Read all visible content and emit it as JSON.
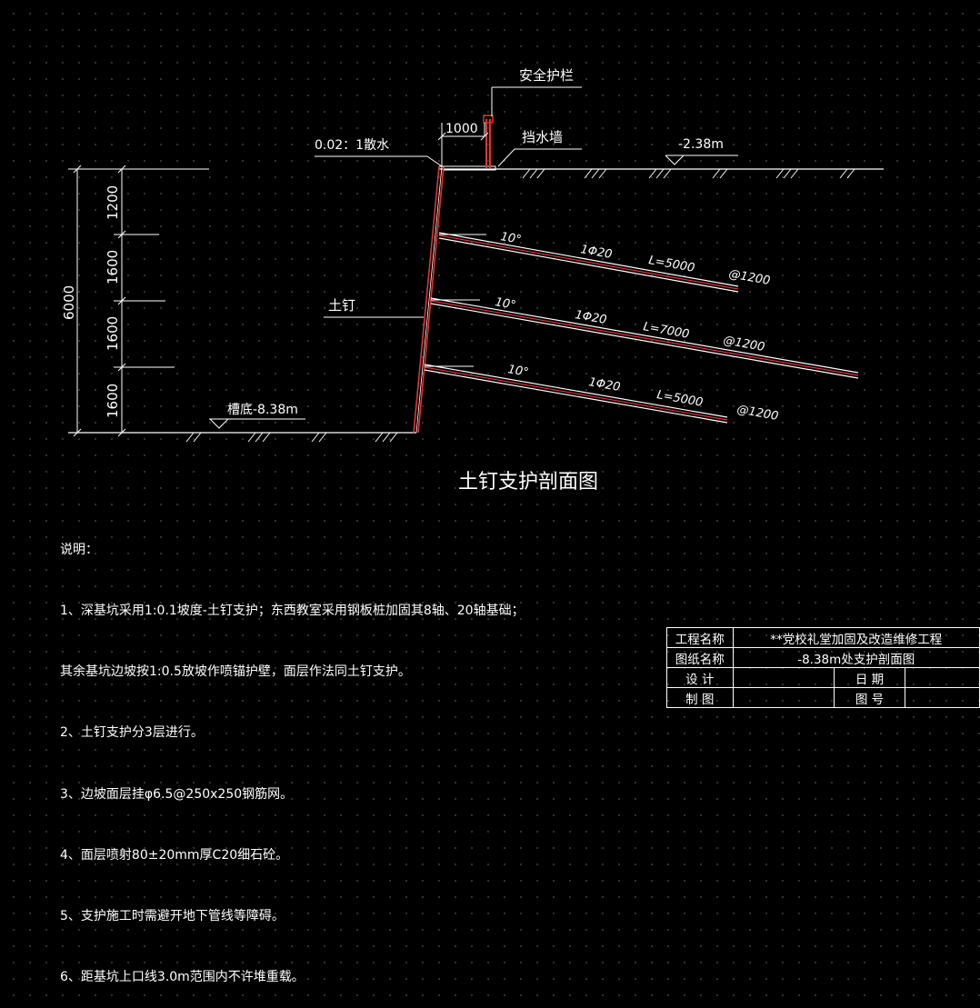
{
  "drawing": {
    "title": "土钉支护剖面图",
    "labels": {
      "railing": "安全护栏",
      "dim_top": "1000",
      "water_wall": "挡水墙",
      "drain": "0.02：1散水",
      "top_elev": "-2.38m",
      "soil_nail": "土钉",
      "bottom_elev": "槽底-8.38m"
    },
    "vertical_dims": {
      "total": "6000",
      "segments": [
        "1200",
        "1600",
        "1600",
        "1600"
      ]
    },
    "nails": [
      {
        "angle": "10°",
        "bar": "1Φ20",
        "length": "L=5000",
        "spacing": "@1200"
      },
      {
        "angle": "10°",
        "bar": "1Φ20",
        "length": "L=7000",
        "spacing": "@1200"
      },
      {
        "angle": "10°",
        "bar": "1Φ20",
        "length": "L=5000",
        "spacing": "@1200"
      }
    ]
  },
  "notes": {
    "heading": "说明：",
    "lines": [
      "1、深基坑采用1:0.1坡度-土钉支护；东西教室采用钢板桩加固其8轴、20轴基础；",
      "其余基坑边坡按1:0.5放坡作喷锚护壁，面层作法同土钉支护。",
      "2、土钉支护分3层进行。",
      "3、边坡面层挂φ6.5@250x250钢筋网。",
      "4、面层喷射80±20mm厚C20细石砼。",
      "5、支护施工时需避开地下管线等障碍。",
      "6、距基坑上口线3.0m范围内不许堆重载。"
    ]
  },
  "title_block": {
    "project_label": "工程名称",
    "project_value": "**党校礼堂加固及改造维修工程",
    "drawing_label": "图纸名称",
    "drawing_value": "-8.38m处支护剖面图",
    "design_label": "设  计",
    "date_label": "日  期",
    "draw_label": "制  图",
    "number_label": "图  号"
  },
  "colors": {
    "background": "#000000",
    "lines": "#ffffff",
    "wall": "#e83030"
  }
}
